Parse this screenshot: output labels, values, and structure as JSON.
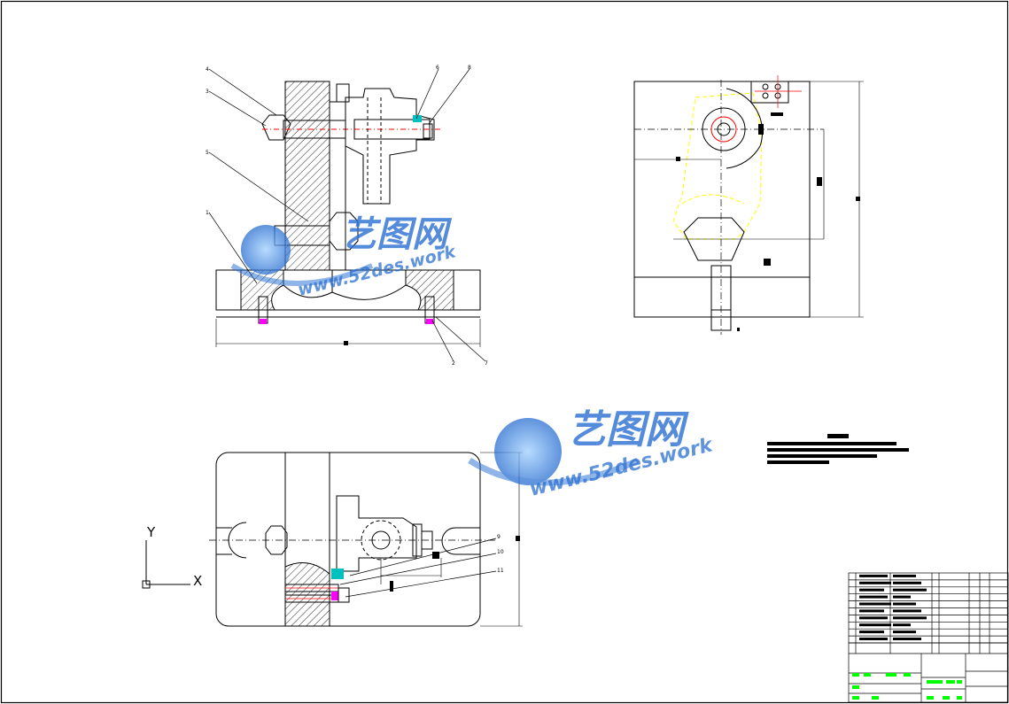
{
  "drawing": {
    "watermark": {
      "brand": "艺图网",
      "url": "www.52des.work",
      "color": "#2a6fd1"
    },
    "axis": {
      "y_label": "Y",
      "x_label": "X"
    },
    "callouts": {
      "top_left_a": "4",
      "top_left_b": "3",
      "top_mid_a": "6",
      "top_mid_b": "8",
      "mid_left_a": "5",
      "mid_left_b": "1",
      "bottom_a": "2",
      "bottom_b": "7",
      "plan_a": "9",
      "plan_b": "10",
      "plan_c": "11"
    },
    "colors": {
      "line": "#000000",
      "center": "#ff0000",
      "hidden": "#ffff00",
      "cyan": "#00c0c0",
      "magenta": "#ff00ff",
      "green": "#00ff00"
    }
  }
}
